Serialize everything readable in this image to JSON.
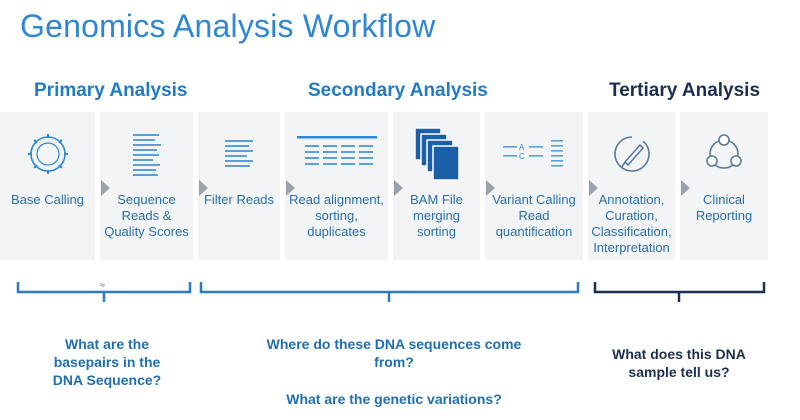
{
  "title": "Genomics Analysis Workflow",
  "phases": {
    "primary": "Primary Analysis",
    "secondary": "Secondary Analysis",
    "tertiary": "Tertiary Analysis"
  },
  "steps": [
    {
      "lines": [
        "Base Calling"
      ],
      "icon": "circular-sequencer-icon"
    },
    {
      "lines": [
        "Sequence",
        "Reads &",
        "Quality Scores"
      ],
      "icon": "reads-list-icon"
    },
    {
      "lines": [
        "Filter Reads"
      ],
      "icon": "filter-list-icon"
    },
    {
      "lines": [
        "Read alignment,",
        "sorting,",
        "duplicates"
      ],
      "icon": "alignment-icon"
    },
    {
      "lines": [
        "BAM File",
        "merging",
        "sorting"
      ],
      "icon": "stacked-files-icon"
    },
    {
      "lines": [
        "Variant Calling",
        "Read",
        "quantification"
      ],
      "icon": "variant-icon"
    },
    {
      "lines": [
        "Annotation,",
        "Curation,",
        "Classification,",
        "Interpretation"
      ],
      "icon": "pen-annotation-icon"
    },
    {
      "lines": [
        "Clinical",
        "Reporting"
      ],
      "icon": "share-network-icon"
    }
  ],
  "questions": {
    "primary": [
      "What are the",
      "basepairs in the",
      "DNA Sequence?"
    ],
    "secondary_1": [
      "Where do these DNA sequences come",
      "from?"
    ],
    "secondary_2": [
      "What are the genetic variations?"
    ],
    "tertiary": [
      "What does this DNA",
      "sample tell us?"
    ]
  },
  "colors": {
    "title": "#2e86d4",
    "primary_text": "#1f7cc4",
    "dark_text": "#1d2f4f",
    "bracket_blue": "#2a7bc1",
    "bracket_dark": "#1d2f4f",
    "panel": "#f3f4f6",
    "arrow": "#9aa3ab"
  }
}
